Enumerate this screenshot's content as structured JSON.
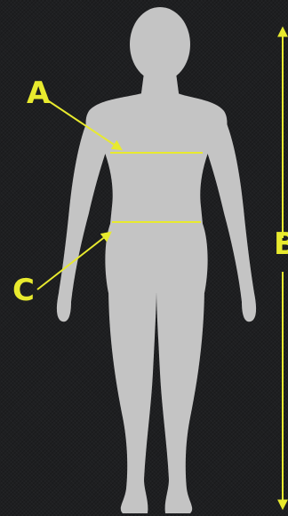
{
  "colors": {
    "background": "#1e1f21",
    "silhouette": "#c4c4c4",
    "accent": "#e8ea2e"
  },
  "labels": {
    "a": "A",
    "b": "B",
    "c": "C"
  },
  "figure": {
    "icon": "female-body-silhouette"
  }
}
